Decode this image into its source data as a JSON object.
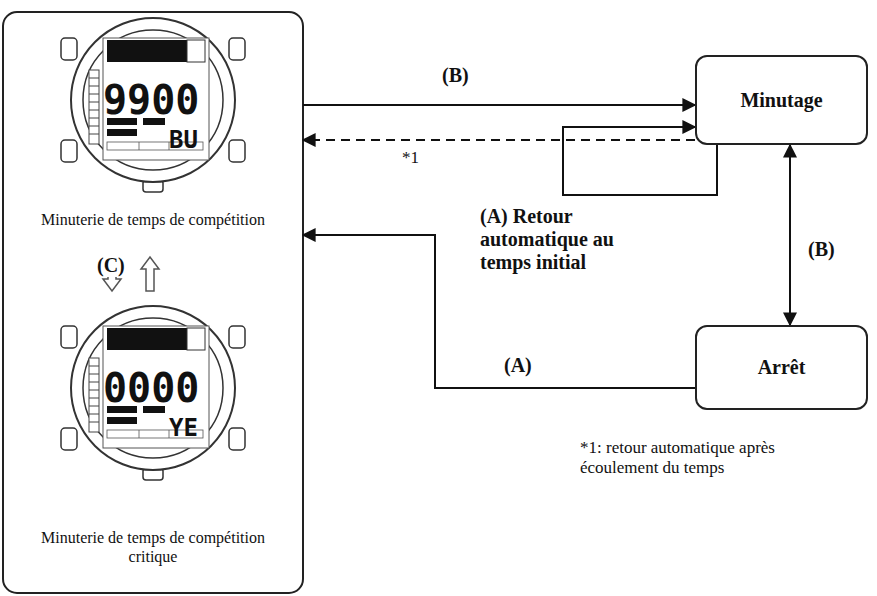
{
  "diagram": {
    "nodes": [
      {
        "text": [
          "9900",
          "BU",
          "Minuterie de temps de compétition"
        ]
      },
      {
        "text": [
          "0000",
          "YE",
          "Minuterie de temps de compétition critique"
        ]
      },
      {
        "text": [
          "Minutage"
        ]
      },
      {
        "text": [
          "Arrêt"
        ]
      }
    ],
    "edges": [
      {
        "from": 0,
        "to": 2,
        "arrow": "to",
        "label": "(B)"
      },
      {
        "from": 2,
        "to": 0,
        "arrow": "to",
        "label": "*1"
      },
      {
        "from": 2,
        "to": 2,
        "arrow": "to",
        "label": "(A) Retour automatique au temps initial"
      },
      {
        "from": 2,
        "to": 3,
        "arrow": "both",
        "label": "(B)"
      },
      {
        "from": 3,
        "to": 0,
        "arrow": "to",
        "label": "(A)"
      },
      {
        "from": 0,
        "to": 1,
        "arrow": "both",
        "label": "(C)"
      }
    ],
    "labels": [
      "*1: retour automatique après écoulement du temps"
    ]
  }
}
